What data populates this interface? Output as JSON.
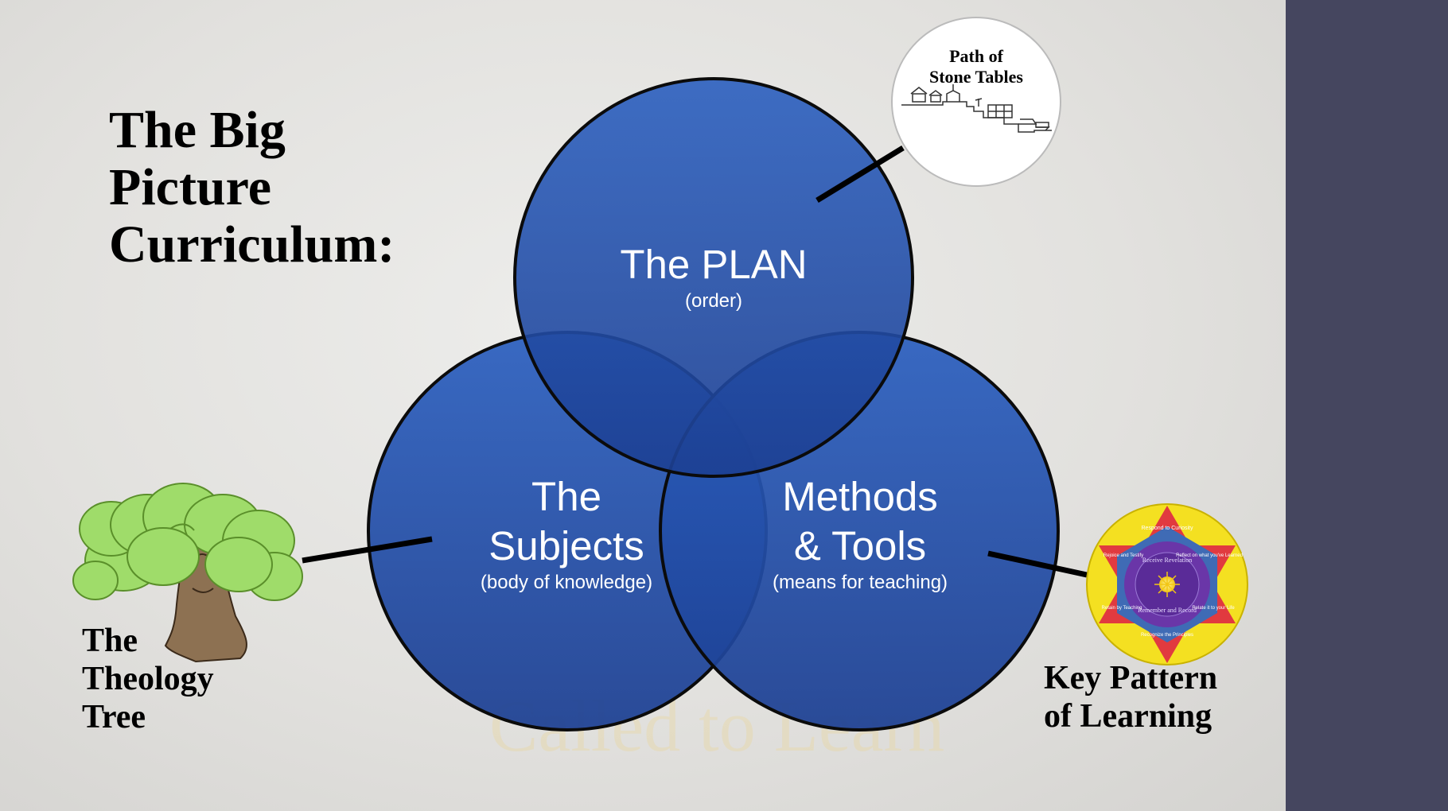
{
  "title_lines": [
    "The Big",
    "Picture",
    "Curriculum:"
  ],
  "circles": {
    "plan": {
      "title": "The PLAN",
      "subtitle": "(order)"
    },
    "subjects": {
      "title_lines": [
        "The",
        "Subjects"
      ],
      "subtitle": "(body of knowledge)"
    },
    "methods": {
      "title_lines": [
        "Methods",
        "& Tools"
      ],
      "subtitle": "(means for teaching)"
    }
  },
  "callouts": {
    "path": {
      "lines": [
        "Path of",
        "Stone Tables"
      ]
    },
    "tree": {
      "lines": [
        "The",
        "Theology",
        "Tree"
      ]
    },
    "pattern": {
      "lines": [
        "Key Pattern",
        "of Learning"
      ],
      "star_labels": [
        "Respond to Curiosity",
        "Reflect on what you've Learned",
        "Relate it to your Life",
        "Recognize the Principles",
        "Retain by Teaching",
        "Rejoice and Testify"
      ],
      "ring_text": [
        "Receive Revelation",
        "Remember and Record"
      ]
    }
  },
  "watermark": "Called to Learn",
  "colors": {
    "circle": "#22489e",
    "sidebar": "#45465f",
    "star_yellow": "#f4e021",
    "star_red": "#e13a3f",
    "star_blue": "#3f6bb5",
    "star_purple": "#6a36a8"
  }
}
